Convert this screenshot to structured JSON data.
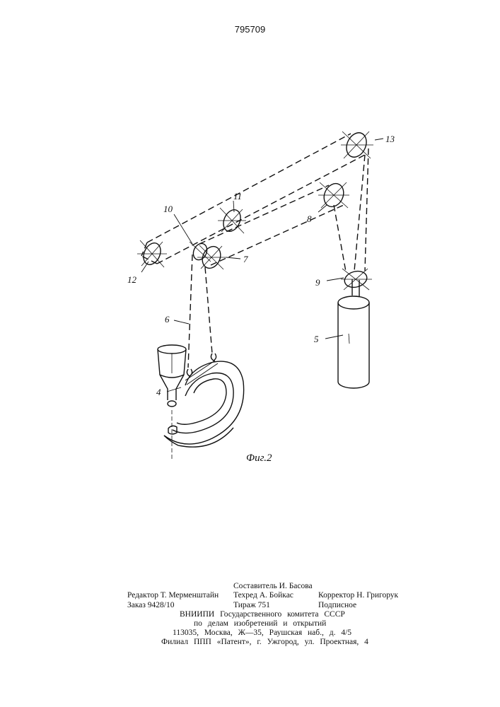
{
  "page_number": "795709",
  "figure": {
    "caption": "Фиг.2",
    "labels": {
      "l4": "4",
      "l5": "5",
      "l6": "6",
      "l7": "7",
      "l8": "8",
      "l9": "9",
      "l10": "10",
      "l11": "11",
      "l12": "12",
      "l13": "13"
    }
  },
  "colophon": {
    "editor": "Редактор Т. Мерменштайн",
    "order": "Заказ 9428/10",
    "compiler": "Составитель И. Басова",
    "techred": "Техред А. Бойкас",
    "circulation": "Тираж 751",
    "corrector": "Корректор Н. Григорук",
    "subscription": "Подписное",
    "institute_line1": "ВНИИПИ Государственного комитета СССР",
    "institute_line2": "по делам изобретений и открытий",
    "address": "113035, Москва, Ж—35, Раушская наб., д. 4/5",
    "branch": "Филиал ППП «Патент», г. Ужгород, ул. Проектная, 4"
  }
}
